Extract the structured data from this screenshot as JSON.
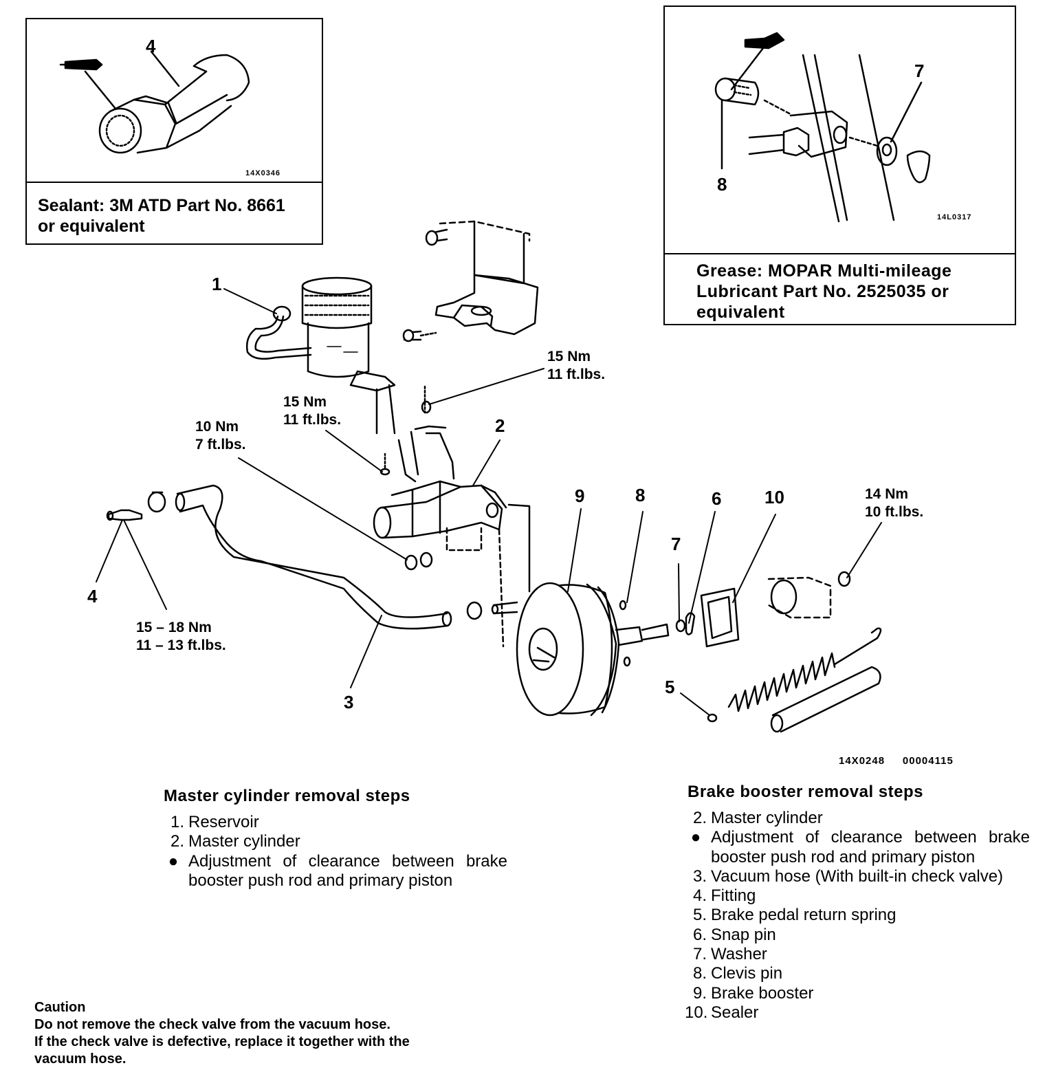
{
  "inset_left": {
    "callout": "4",
    "code": "14X0346",
    "note": [
      "Sealant: 3M ATD Part No. 8661",
      "or equivalent"
    ]
  },
  "inset_right": {
    "callouts": [
      "7",
      "8"
    ],
    "code": "14L0317",
    "note": [
      "Grease: MOPAR Multi-mileage",
      "Lubricant Part No. 2525035 or",
      "equivalent"
    ]
  },
  "main_diagram": {
    "callouts": [
      "1",
      "2",
      "3",
      "4",
      "5",
      "6",
      "7",
      "8",
      "9",
      "10"
    ],
    "torques": {
      "reservoir_bolt": [
        "15 Nm",
        "11 ft.lbs."
      ],
      "brake_line": [
        "15 Nm",
        "11 ft.lbs."
      ],
      "master_nut": [
        "10 Nm",
        "7 ft.lbs."
      ],
      "fitting": [
        "15 – 18 Nm",
        "11 – 13 ft.lbs."
      ],
      "booster_nut": [
        "14 Nm",
        "10 ft.lbs."
      ]
    },
    "codes": "14X0248     00004115"
  },
  "master_steps": {
    "title": "Master cylinder removal steps",
    "items": [
      {
        "num": "1.",
        "text": "Reservoir"
      },
      {
        "num": "2.",
        "text": "Master cylinder"
      },
      {
        "num": "●",
        "text": "Adjustment of clearance between brake booster push rod and primary piston"
      }
    ]
  },
  "booster_steps": {
    "title": "Brake booster removal steps",
    "items": [
      {
        "num": "2.",
        "text": "Master cylinder"
      },
      {
        "num": "●",
        "text": "Adjustment of clearance between brake booster push rod and primary piston"
      },
      {
        "num": "3.",
        "text": "Vacuum hose (With built-in check valve)"
      },
      {
        "num": "4.",
        "text": "Fitting"
      },
      {
        "num": "5.",
        "text": "Brake pedal return spring"
      },
      {
        "num": "6.",
        "text": "Snap pin"
      },
      {
        "num": "7.",
        "text": "Washer"
      },
      {
        "num": "8.",
        "text": "Clevis pin"
      },
      {
        "num": "9.",
        "text": "Brake booster"
      },
      {
        "num": "10.",
        "text": "Sealer"
      }
    ]
  },
  "caution": {
    "title": "Caution",
    "lines": [
      "Do not remove the check valve from the vacuum hose.",
      "If the check valve is defective, replace it together with the",
      "vacuum hose."
    ]
  }
}
